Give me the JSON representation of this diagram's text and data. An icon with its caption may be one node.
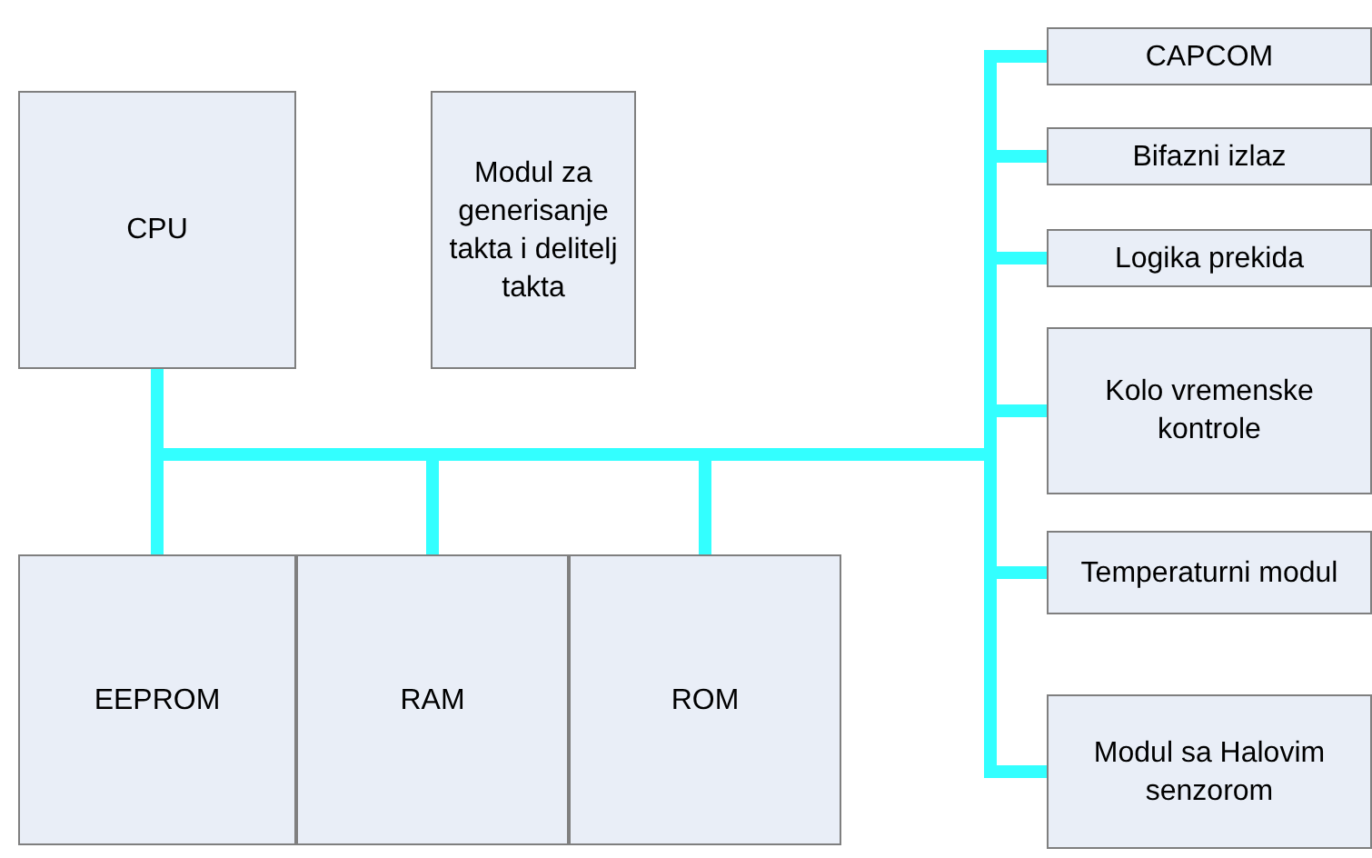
{
  "diagram": {
    "nodes": [
      {
        "text": [
          "CPU"
        ]
      },
      {
        "text": [
          "Modul za generisanje takta i delitelj takta"
        ]
      },
      {
        "text": [
          "CAPCOM"
        ]
      },
      {
        "text": [
          "Bifazni izlaz"
        ]
      },
      {
        "text": [
          "Logika prekida"
        ]
      },
      {
        "text": [
          "Kolo vremenske kontrole"
        ]
      },
      {
        "text": [
          "Temperaturni modul"
        ]
      },
      {
        "text": [
          "Modul sa Halovim senzorom"
        ]
      },
      {
        "text": [
          "EEPROM"
        ]
      },
      {
        "text": [
          "RAM"
        ]
      },
      {
        "text": [
          "ROM"
        ]
      }
    ],
    "edges": [
      {
        "from": 0,
        "to": 8,
        "arrow": "none"
      },
      {
        "from": 0,
        "to": 9,
        "arrow": "none"
      },
      {
        "from": 0,
        "to": 10,
        "arrow": "none"
      },
      {
        "from": 0,
        "to": 2,
        "arrow": "none"
      },
      {
        "from": 0,
        "to": 3,
        "arrow": "none"
      },
      {
        "from": 0,
        "to": 4,
        "arrow": "none"
      },
      {
        "from": 0,
        "to": 5,
        "arrow": "none"
      },
      {
        "from": 0,
        "to": 6,
        "arrow": "none"
      },
      {
        "from": 0,
        "to": 7,
        "arrow": "none"
      }
    ]
  }
}
